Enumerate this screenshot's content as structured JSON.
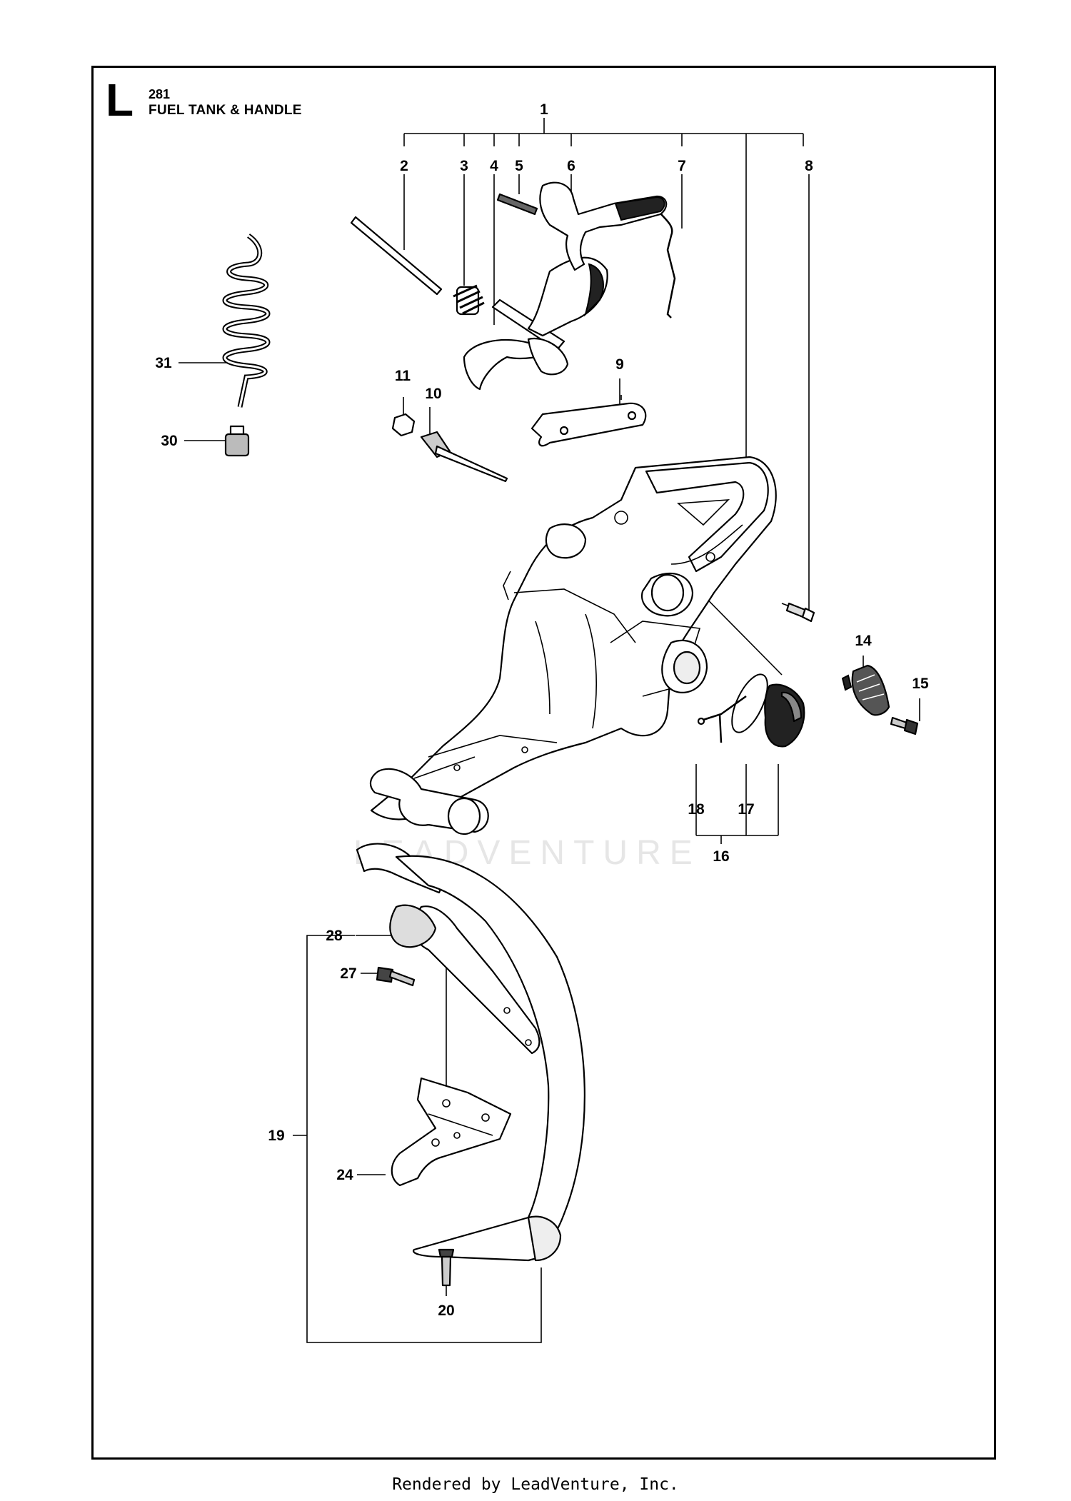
{
  "section": {
    "letter": "L",
    "model": "281",
    "title": "FUEL TANK & HANDLE"
  },
  "callouts": {
    "c1": "1",
    "c2": "2",
    "c3": "3",
    "c4": "4",
    "c5": "5",
    "c6": "6",
    "c7": "7",
    "c8": "8",
    "c9": "9",
    "c10": "10",
    "c11": "11",
    "c14": "14",
    "c15": "15",
    "c16": "16",
    "c17": "17",
    "c18": "18",
    "c19": "19",
    "c20": "20",
    "c24": "24",
    "c27": "27",
    "c28": "28",
    "c30": "30",
    "c31": "31"
  },
  "watermark": "LEADVENTURE",
  "footer": "Rendered by LeadVenture, Inc."
}
